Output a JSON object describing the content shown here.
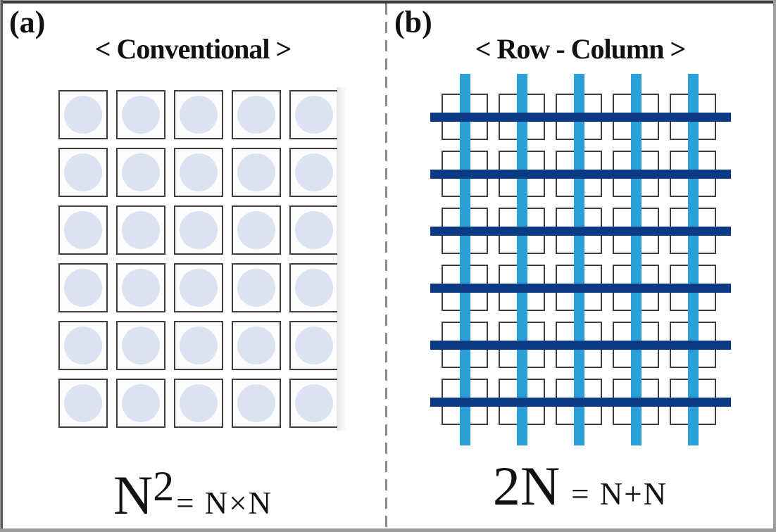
{
  "figure": {
    "colors": {
      "column_bar": "#2a9fd8",
      "row_bar": "#0b3a84",
      "element_circle": "#dbe3f2",
      "square_border": "#3d3d3d",
      "divider": "#8c8c8c"
    },
    "panel_a": {
      "label": "(a)",
      "title": "< Conventional >",
      "grid": {
        "rows": 6,
        "cols": 5
      },
      "formula": {
        "main": "N",
        "sup": "2",
        "rest": "= N×N"
      }
    },
    "panel_b": {
      "label": "(b)",
      "title": "< Row - Column >",
      "grid": {
        "rows": 6,
        "cols": 5,
        "row_bars": 6,
        "col_bars": 5
      },
      "formula": {
        "main": "2N",
        "rest": "= N+N"
      }
    }
  }
}
